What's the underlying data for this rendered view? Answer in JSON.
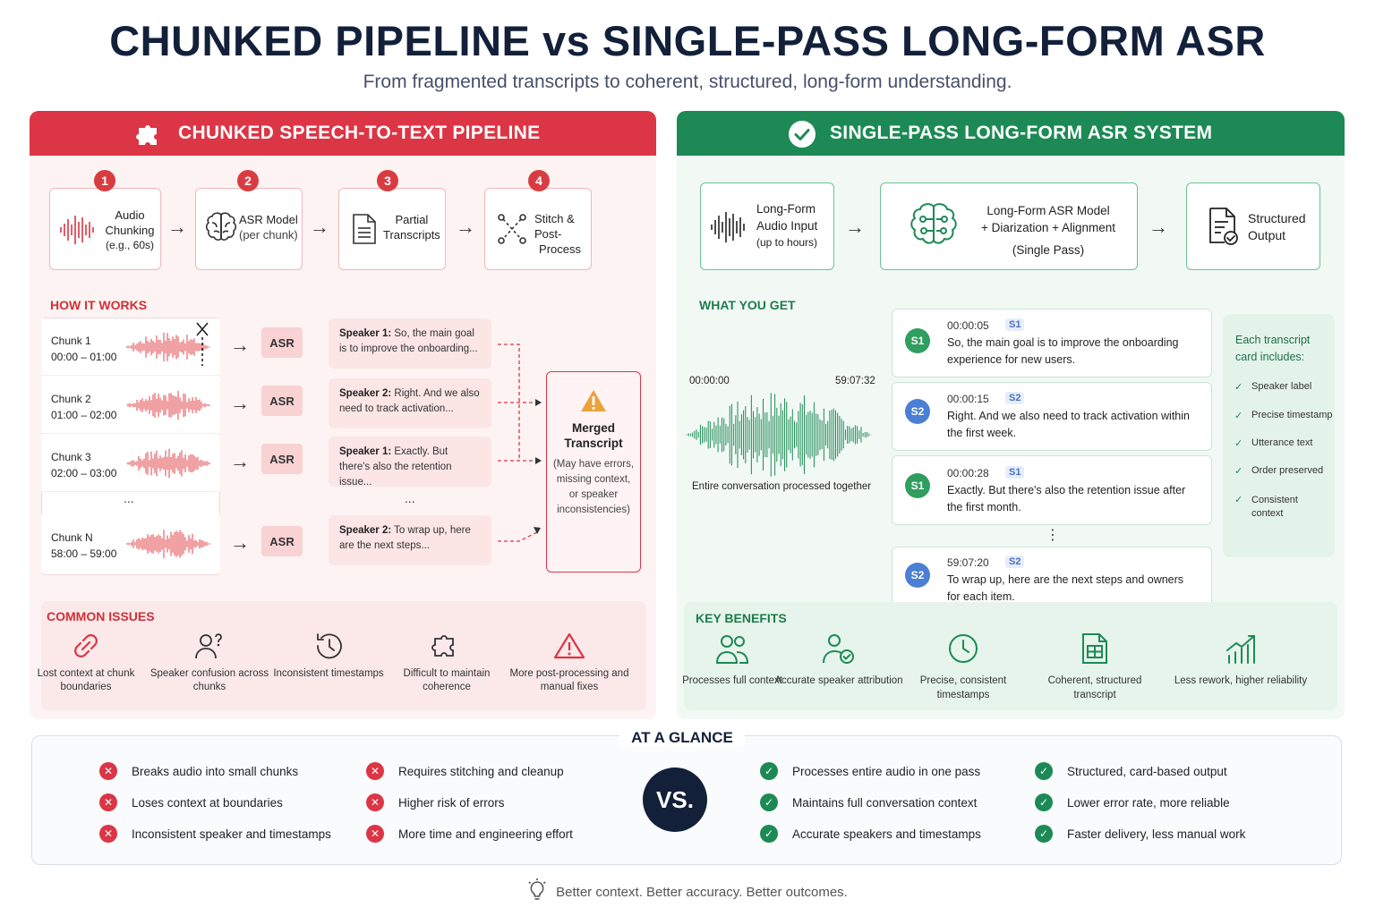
{
  "title": "CHUNKED PIPELINE vs SINGLE-PASS LONG-FORM ASR",
  "subtitle": "From fragmented transcripts to coherent, structured, long-form understanding.",
  "colors": {
    "chunked_accent": "#dc3545",
    "single_accent": "#1d8a55",
    "navy": "#13203a"
  },
  "left": {
    "header": "CHUNKED SPEECH-TO-TEXT PIPELINE",
    "header_icon": "puzzle-icon",
    "steps": [
      {
        "num": "1",
        "lines": [
          "Audio",
          "Chunking",
          "(e.g., 60s)"
        ],
        "icon": "waveform-icon"
      },
      {
        "num": "2",
        "lines": [
          "ASR Model",
          "(per chunk)"
        ],
        "icon": "brain-icon"
      },
      {
        "num": "3",
        "lines": [
          "Partial",
          "Transcripts"
        ],
        "icon": "document-icon"
      },
      {
        "num": "4",
        "lines": [
          "Stitch &",
          "Post-",
          "Process"
        ],
        "icon": "stitch-icon"
      }
    ],
    "how_title": "HOW IT WORKS",
    "chunks": [
      {
        "name": "Chunk 1",
        "range": "00:00 – 01:00"
      },
      {
        "name": "Chunk 2",
        "range": "01:00 – 02:00"
      },
      {
        "name": "Chunk 3",
        "range": "02:00 – 03:00"
      },
      {
        "name": "Chunk N",
        "range": "58:00 – 59:00"
      }
    ],
    "ellipsis": "...",
    "asr_label": "ASR",
    "snippets": [
      {
        "speaker": "Speaker 1:",
        "text": " So, the main goal is to improve the onboarding..."
      },
      {
        "speaker": "Speaker 2:",
        "text": " Right. And we also need to track activation..."
      },
      {
        "speaker": "Speaker 1:",
        "text": " Exactly. But there's also the retention issue..."
      },
      {
        "speaker": "Speaker 2:",
        "text": " To wrap up, here are the next steps..."
      }
    ],
    "merged": {
      "title_l1": "Merged",
      "title_l2": "Transcript",
      "note": "(May have errors, missing context, or speaker inconsistencies)"
    },
    "issues_title": "COMMON ISSUES",
    "issues": [
      {
        "label": "Lost context at chunk boundaries",
        "icon": "broken-link-icon"
      },
      {
        "label": "Speaker confusion across chunks",
        "icon": "user-question-icon"
      },
      {
        "label": "Inconsistent timestamps",
        "icon": "clock-history-icon"
      },
      {
        "label": "Difficult to maintain coherence",
        "icon": "puzzle-icon"
      },
      {
        "label": "More post-processing and manual fixes",
        "icon": "warning-icon"
      }
    ]
  },
  "right": {
    "header": "SINGLE-PASS LONG-FORM ASR SYSTEM",
    "header_icon": "check-circle-icon",
    "steps": [
      {
        "lines": [
          "Long-Form",
          "Audio Input",
          "(up to hours)"
        ],
        "icon": "waveform-icon"
      },
      {
        "lines": [
          "Long-Form ASR Model",
          "+ Diarization + Alignment",
          "(Single Pass)"
        ],
        "icon": "brain-icon"
      },
      {
        "lines": [
          "Structured",
          "Output"
        ],
        "icon": "document-check-icon"
      }
    ],
    "get_title": "WHAT YOU GET",
    "wave_start": "00:00:00",
    "wave_end": "59:07:32",
    "wave_caption": "Entire conversation processed together",
    "cards": [
      {
        "badge": "S1",
        "time": "00:00:05",
        "tag": "S1",
        "text": "So, the main goal is to improve the onboarding experience for new users."
      },
      {
        "badge": "S2",
        "time": "00:00:15",
        "tag": "S2",
        "text": "Right. And we also need to track activation within the first week."
      },
      {
        "badge": "S1",
        "time": "00:00:28",
        "tag": "S1",
        "text": "Exactly. But there's also the retention issue after the first month."
      },
      {
        "badge": "S2",
        "time": "59:07:20",
        "tag": "S2",
        "text": "To wrap up, here are the next steps and owners for each item."
      }
    ],
    "vdots": "⋮",
    "includes_title": "Each transcript card includes:",
    "includes": [
      "Speaker label",
      "Precise timestamp",
      "Utterance text",
      "Order preserved",
      "Consistent context"
    ],
    "benefits_title": "KEY BENEFITS",
    "benefits": [
      {
        "label": "Processes full context",
        "icon": "users-icon"
      },
      {
        "label": "Accurate speaker attribution",
        "icon": "user-check-icon"
      },
      {
        "label": "Precise, consistent timestamps",
        "icon": "clock-icon"
      },
      {
        "label": "Coherent, structured transcript",
        "icon": "spreadsheet-icon"
      },
      {
        "label": "Less rework, higher reliability",
        "icon": "bar-chart-up-icon"
      }
    ]
  },
  "glance": {
    "title": "AT A GLANCE",
    "vs": "VS.",
    "cons_col1": [
      "Breaks audio into small chunks",
      "Loses context at boundaries",
      "Inconsistent speaker and timestamps"
    ],
    "cons_col2": [
      "Requires stitching and cleanup",
      "Higher risk of errors",
      "More time and engineering effort"
    ],
    "pros_col1": [
      "Processes entire audio in one pass",
      "Maintains full conversation context",
      "Accurate speakers and timestamps"
    ],
    "pros_col2": [
      "Structured, card-based output",
      "Lower error rate, more reliable",
      "Faster delivery, less manual work"
    ]
  },
  "footer": "Better context. Better accuracy. Better outcomes.",
  "footer_icon": "lightbulb-icon"
}
